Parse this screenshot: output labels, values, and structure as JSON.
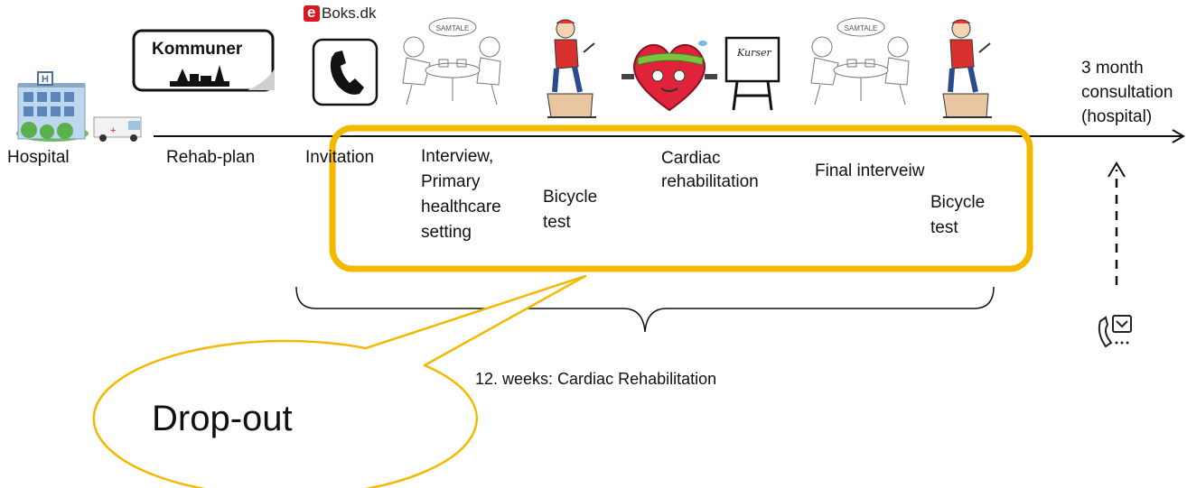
{
  "timeline": {
    "stages": [
      {
        "label": "Hospital",
        "icon": "hospital-icon"
      },
      {
        "label": "Rehab-plan",
        "icon": "kommuner-sign-icon",
        "sign_text": "Kommuner"
      },
      {
        "label": "Invitation",
        "icon": "phone-icon",
        "brand": "Boks.dk",
        "brand_letter": "e"
      },
      {
        "label_lines": [
          "Interview,",
          "Primary",
          "healthcare",
          "setting"
        ],
        "icon": "conversation-icon"
      },
      {
        "label_lines": [
          "Bicycle",
          "test"
        ],
        "icon": "bicycle-test-icon"
      },
      {
        "label_lines": [
          "Cardiac",
          "rehabilitation"
        ],
        "icon": "heart-exercise-icon",
        "board_text": "Kurser"
      },
      {
        "label": "Final interveiw",
        "icon": "conversation-icon"
      },
      {
        "label_lines": [
          "Bicycle",
          "test"
        ],
        "icon": "bicycle-test-icon"
      }
    ],
    "consultation_lines": [
      "3 month",
      "consultation",
      "(hospital)"
    ],
    "speech_bubble_word": "SAMTALE"
  },
  "period_label": "12. weeks: Cardiac Rehabilitation",
  "callout": {
    "text": "Drop-out"
  },
  "colors": {
    "highlight": "#F5B800",
    "line": "#111111",
    "bubble_border": "#F5B800"
  }
}
